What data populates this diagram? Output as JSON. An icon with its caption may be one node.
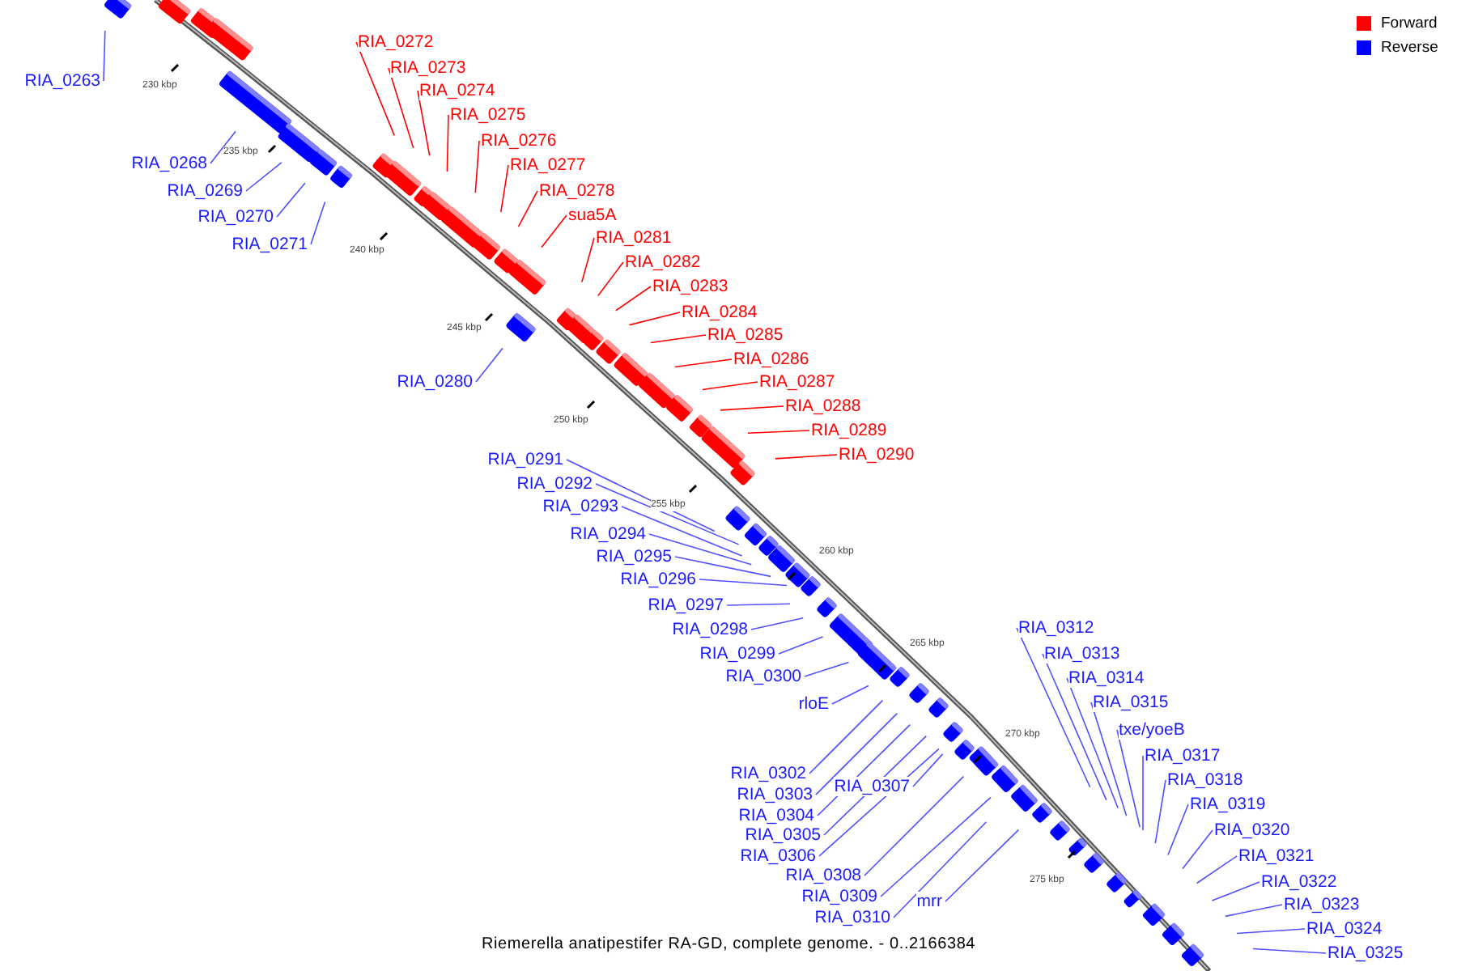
{
  "diagram": {
    "caption": "Riemerella anatipestifer RA-GD, complete genome. - 0..2166384",
    "nodes": [
      {
        "text": [
          "RIA_0263"
        ]
      },
      {
        "text": [
          "RIA_0268"
        ]
      },
      {
        "text": [
          "RIA_0269"
        ]
      },
      {
        "text": [
          "RIA_0270"
        ]
      },
      {
        "text": [
          "RIA_0271"
        ]
      },
      {
        "text": [
          "RIA_0272"
        ]
      },
      {
        "text": [
          "RIA_0273"
        ]
      },
      {
        "text": [
          "RIA_0274"
        ]
      },
      {
        "text": [
          "RIA_0275"
        ]
      },
      {
        "text": [
          "RIA_0276"
        ]
      },
      {
        "text": [
          "RIA_0277"
        ]
      },
      {
        "text": [
          "RIA_0278"
        ]
      },
      {
        "text": [
          "sua5A"
        ]
      },
      {
        "text": [
          "RIA_0280"
        ]
      },
      {
        "text": [
          "RIA_0281"
        ]
      },
      {
        "text": [
          "RIA_0282"
        ]
      },
      {
        "text": [
          "RIA_0283"
        ]
      },
      {
        "text": [
          "RIA_0284"
        ]
      },
      {
        "text": [
          "RIA_0285"
        ]
      },
      {
        "text": [
          "RIA_0286"
        ]
      },
      {
        "text": [
          "RIA_0287"
        ]
      },
      {
        "text": [
          "RIA_0288"
        ]
      },
      {
        "text": [
          "RIA_0289"
        ]
      },
      {
        "text": [
          "RIA_0290"
        ]
      },
      {
        "text": [
          "RIA_0291"
        ]
      },
      {
        "text": [
          "RIA_0292"
        ]
      },
      {
        "text": [
          "RIA_0293"
        ]
      },
      {
        "text": [
          "RIA_0294"
        ]
      },
      {
        "text": [
          "RIA_0295"
        ]
      },
      {
        "text": [
          "RIA_0296"
        ]
      },
      {
        "text": [
          "RIA_0297"
        ]
      },
      {
        "text": [
          "RIA_0298"
        ]
      },
      {
        "text": [
          "RIA_0299"
        ]
      },
      {
        "text": [
          "RIA_0300"
        ]
      },
      {
        "text": [
          "rloE"
        ]
      },
      {
        "text": [
          "RIA_0302"
        ]
      },
      {
        "text": [
          "RIA_0303"
        ]
      },
      {
        "text": [
          "RIA_0304"
        ]
      },
      {
        "text": [
          "RIA_0305"
        ]
      },
      {
        "text": [
          "RIA_0306"
        ]
      },
      {
        "text": [
          "RIA_0307"
        ]
      },
      {
        "text": [
          "RIA_0308"
        ]
      },
      {
        "text": [
          "RIA_0309"
        ]
      },
      {
        "text": [
          "RIA_0310"
        ]
      },
      {
        "text": [
          "mrr"
        ]
      },
      {
        "text": [
          "RIA_0312"
        ]
      },
      {
        "text": [
          "RIA_0313"
        ]
      },
      {
        "text": [
          "RIA_0314"
        ]
      },
      {
        "text": [
          "RIA_0315"
        ]
      },
      {
        "text": [
          "txe/yoeB"
        ]
      },
      {
        "text": [
          "RIA_0317"
        ]
      },
      {
        "text": [
          "RIA_0318"
        ]
      },
      {
        "text": [
          "RIA_0319"
        ]
      },
      {
        "text": [
          "RIA_0320"
        ]
      },
      {
        "text": [
          "RIA_0321"
        ]
      },
      {
        "text": [
          "RIA_0322"
        ]
      },
      {
        "text": [
          "RIA_0323"
        ]
      },
      {
        "text": [
          "RIA_0324"
        ]
      },
      {
        "text": [
          "RIA_0325"
        ]
      }
    ],
    "edges": [
      {
        "from": 0,
        "to": null,
        "arrow": "none"
      },
      {
        "from": 1,
        "to": null,
        "arrow": "none"
      },
      {
        "from": 2,
        "to": null,
        "arrow": "none"
      },
      {
        "from": 3,
        "to": null,
        "arrow": "none"
      },
      {
        "from": 4,
        "to": null,
        "arrow": "none"
      },
      {
        "from": 5,
        "to": null,
        "arrow": "none",
        "color": "#ff0000"
      },
      {
        "from": 6,
        "to": null,
        "arrow": "none",
        "color": "#ff0000"
      },
      {
        "from": 7,
        "to": null,
        "arrow": "none",
        "color": "#ff0000"
      },
      {
        "from": 8,
        "to": null,
        "arrow": "none",
        "color": "#ff0000"
      },
      {
        "from": 9,
        "to": null,
        "arrow": "none",
        "color": "#ff0000"
      },
      {
        "from": 10,
        "to": null,
        "arrow": "none",
        "color": "#ff0000"
      },
      {
        "from": 11,
        "to": null,
        "arrow": "none",
        "color": "#ff0000"
      },
      {
        "from": 12,
        "to": null,
        "arrow": "none",
        "color": "#ff0000"
      },
      {
        "from": 13,
        "to": null,
        "arrow": "none"
      },
      {
        "from": 14,
        "to": null,
        "arrow": "none",
        "color": "#ff0000"
      },
      {
        "from": 15,
        "to": null,
        "arrow": "none",
        "color": "#ff0000"
      },
      {
        "from": 16,
        "to": null,
        "arrow": "none",
        "color": "#ff0000"
      },
      {
        "from": 17,
        "to": null,
        "arrow": "none",
        "color": "#ff0000"
      },
      {
        "from": 18,
        "to": null,
        "arrow": "none",
        "color": "#ff0000"
      },
      {
        "from": 19,
        "to": null,
        "arrow": "none",
        "color": "#ff0000"
      },
      {
        "from": 20,
        "to": null,
        "arrow": "none",
        "color": "#ff0000"
      },
      {
        "from": 21,
        "to": null,
        "arrow": "none",
        "color": "#ff0000"
      },
      {
        "from": 22,
        "to": null,
        "arrow": "none",
        "color": "#ff0000"
      },
      {
        "from": 23,
        "to": null,
        "arrow": "none",
        "color": "#ff0000"
      },
      {
        "from": 24,
        "to": null,
        "arrow": "none"
      },
      {
        "from": 25,
        "to": null,
        "arrow": "none"
      },
      {
        "from": 26,
        "to": null,
        "arrow": "none"
      },
      {
        "from": 27,
        "to": null,
        "arrow": "none"
      },
      {
        "from": 28,
        "to": null,
        "arrow": "none"
      },
      {
        "from": 29,
        "to": null,
        "arrow": "none"
      },
      {
        "from": 30,
        "to": null,
        "arrow": "none"
      },
      {
        "from": 31,
        "to": null,
        "arrow": "none"
      },
      {
        "from": 32,
        "to": null,
        "arrow": "none"
      },
      {
        "from": 33,
        "to": null,
        "arrow": "none"
      },
      {
        "from": 34,
        "to": null,
        "arrow": "none"
      },
      {
        "from": 35,
        "to": null,
        "arrow": "none"
      },
      {
        "from": 36,
        "to": null,
        "arrow": "none"
      },
      {
        "from": 37,
        "to": null,
        "arrow": "none"
      },
      {
        "from": 38,
        "to": null,
        "arrow": "none"
      },
      {
        "from": 39,
        "to": null,
        "arrow": "none"
      },
      {
        "from": 40,
        "to": null,
        "arrow": "none"
      },
      {
        "from": 41,
        "to": null,
        "arrow": "none"
      },
      {
        "from": 42,
        "to": null,
        "arrow": "none"
      },
      {
        "from": 43,
        "to": null,
        "arrow": "none"
      },
      {
        "from": 44,
        "to": null,
        "arrow": "none"
      },
      {
        "from": 45,
        "to": null,
        "arrow": "none"
      },
      {
        "from": 46,
        "to": null,
        "arrow": "none"
      },
      {
        "from": 47,
        "to": null,
        "arrow": "none"
      },
      {
        "from": 48,
        "to": null,
        "arrow": "none"
      },
      {
        "from": 49,
        "to": null,
        "arrow": "none"
      },
      {
        "from": 50,
        "to": null,
        "arrow": "none"
      },
      {
        "from": 51,
        "to": null,
        "arrow": "none"
      },
      {
        "from": 52,
        "to": null,
        "arrow": "none"
      },
      {
        "from": 53,
        "to": null,
        "arrow": "none"
      },
      {
        "from": 54,
        "to": null,
        "arrow": "none"
      },
      {
        "from": 55,
        "to": null,
        "arrow": "none"
      },
      {
        "from": 56,
        "to": null,
        "arrow": "none"
      },
      {
        "from": 57,
        "to": null,
        "arrow": "none"
      },
      {
        "from": 58,
        "to": null,
        "arrow": "none"
      }
    ],
    "labels": [
      "230 kbp",
      "235 kbp",
      "240 kbp",
      "245 kbp",
      "250 kbp",
      "255 kbp",
      "260 kbp",
      "265 kbp",
      "270 kbp",
      "275 kbp"
    ],
    "legend": [
      {
        "text": "Forward",
        "color": "#ff0000"
      },
      {
        "text": "Reverse",
        "color": "#0000ff"
      }
    ]
  }
}
